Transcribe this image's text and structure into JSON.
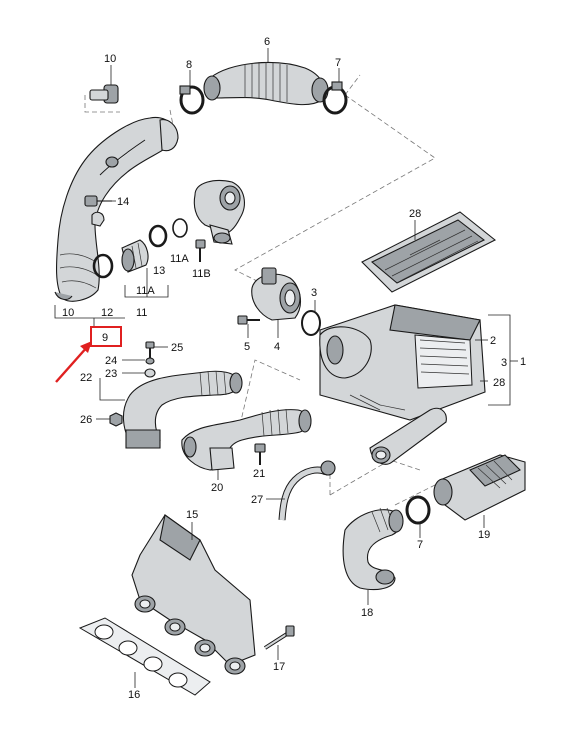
{
  "labels": {
    "p1": "1",
    "p2": "2",
    "p3": "3",
    "p3b": "3",
    "p4": "4",
    "p5": "5",
    "p6": "6",
    "p7": "7",
    "p7b": "7",
    "p8": "8",
    "p9": "9",
    "p10": "10",
    "p10b": "10",
    "p11": "11",
    "p11a": "11A",
    "p11a2": "11A",
    "p11b": "11B",
    "p12": "12",
    "p13": "13",
    "p14": "14",
    "p15": "15",
    "p16": "16",
    "p17": "17",
    "p18": "18",
    "p19": "19",
    "p20": "20",
    "p21": "21",
    "p22": "22",
    "p23": "23",
    "p24": "24",
    "p25": "25",
    "p26": "26",
    "p27": "27",
    "p28": "28",
    "p28b": "28"
  },
  "colors": {
    "highlight": "#e02020",
    "part_fill": "#d3d6d8",
    "outline": "#1a1a1a"
  }
}
